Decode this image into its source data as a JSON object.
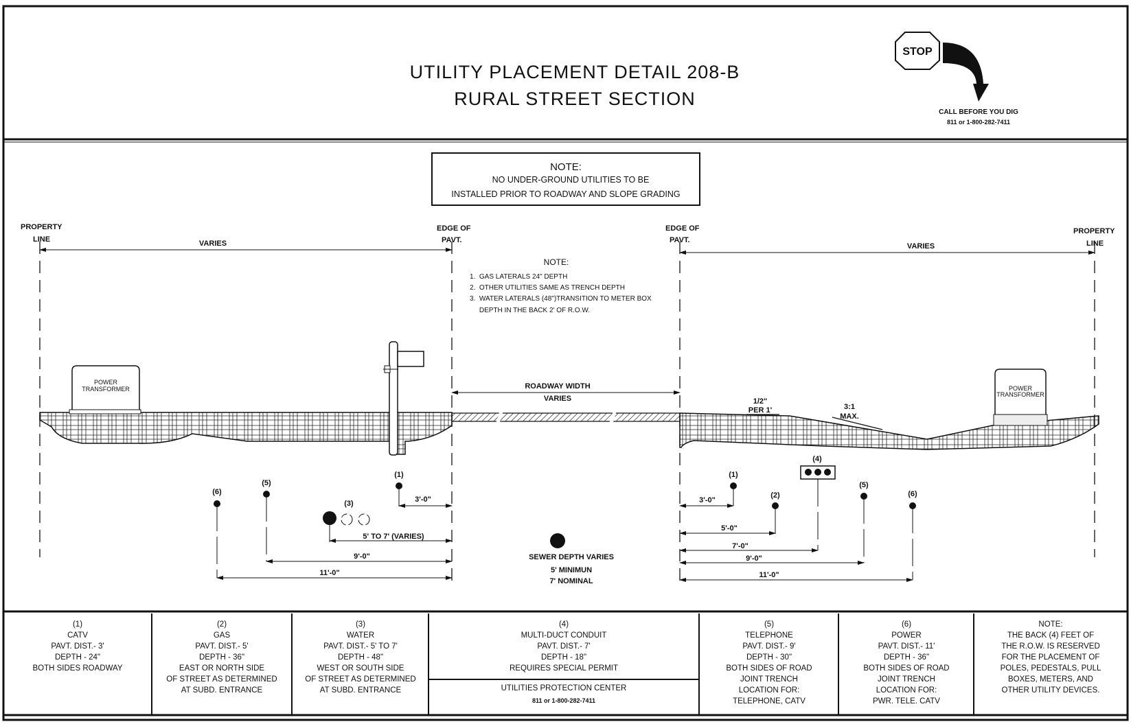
{
  "title": {
    "line1": "UTILITY PLACEMENT DETAIL 208-B",
    "line2": "RURAL STREET SECTION"
  },
  "call_before_dig": {
    "sign": "STOP",
    "text": "CALL BEFORE YOU DIG",
    "phone": "811 or 1-800-282-7411"
  },
  "top_note": {
    "heading": "NOTE:",
    "line1": "NO UNDER-GROUND UTILITIES TO BE",
    "line2": "INSTALLED PRIOR TO ROADWAY AND SLOPE GRADING"
  },
  "labels": {
    "property_line_1": "PROPERTY",
    "property_line_2": "LINE",
    "edge_pavt_1": "EDGE OF",
    "edge_pavt_2": "PAVT.",
    "varies": "VARIES",
    "roadway_width": "ROADWAY WIDTH",
    "roadway_varies": "VARIES",
    "transformer_1": "POWER",
    "transformer_2": "TRANSFORMER",
    "slope_1": "1/2\"",
    "slope_2": "PER 1'",
    "slope_3": "3:1",
    "slope_4": "MAX."
  },
  "middle_note": {
    "heading": "NOTE:",
    "items": [
      "1.  GAS LATERALS 24\" DEPTH",
      "2.  OTHER UTILITIES SAME AS TRENCH DEPTH",
      "3.  WATER LATERALS (48\")TRANSITION TO METER BOX",
      "     DEPTH IN THE BACK 2' OF R.O.W."
    ]
  },
  "utility_markers": {
    "u1": "(1)",
    "u2": "(2)",
    "u3": "(3)",
    "u4": "(4)",
    "u5": "(5)",
    "u6": "(6)"
  },
  "dimensions": {
    "left": [
      "3'-0\"",
      "5' TO 7' (VARIES)",
      "9'-0\"",
      "11'-0\""
    ],
    "right": [
      "3'-0\"",
      "5'-0\"",
      "7'-0\"",
      "9'-0\"",
      "11'-0\""
    ]
  },
  "sewer": {
    "line1": "SEWER DEPTH VARIES",
    "line2": "5' MINIMUN",
    "line3": "7' NOMINAL"
  },
  "legend": [
    {
      "lines": [
        "(1)",
        "CATV",
        "PAVT. DIST.- 3'",
        "DEPTH -  24\"",
        "BOTH SIDES ROADWAY"
      ]
    },
    {
      "lines": [
        "(2)",
        "GAS",
        "PAVT. DIST.- 5'",
        "DEPTH -  36\"",
        "EAST OR NORTH SIDE",
        "OF STREET AS DETERMINED",
        "AT SUBD. ENTRANCE"
      ]
    },
    {
      "lines": [
        "(3)",
        "WATER",
        "PAVT. DIST.-  5' TO 7'",
        "DEPTH -  48\"",
        "WEST OR SOUTH SIDE",
        "OF STREET AS DETERMINED",
        "AT SUBD. ENTRANCE"
      ]
    },
    {
      "lines": [
        "(4)",
        "MULTI-DUCT CONDUIT",
        "PAVT. DIST.-  7'",
        "DEPTH -  18\"",
        "REQUIRES SPECIAL PERMIT"
      ],
      "footer": "UTILITIES PROTECTION CENTER",
      "footer_phone": "811 or 1-800-282-7411"
    },
    {
      "lines": [
        "(5)",
        "TELEPHONE",
        "PAVT. DIST.-  9'",
        "DEPTH -  30\"",
        "BOTH SIDES OF ROAD",
        "JOINT TRENCH",
        "LOCATION FOR:",
        "TELEPHONE, CATV"
      ]
    },
    {
      "lines": [
        "(6)",
        "POWER",
        "PAVT. DIST.-  11'",
        "DEPTH -  36\"",
        "BOTH SIDES OF ROAD",
        "JOINT TRENCH",
        "LOCATION FOR:",
        "PWR. TELE. CATV"
      ]
    },
    {
      "lines": [
        "NOTE:",
        "THE BACK (4) FEET OF",
        "THE R.O.W. IS RESERVED",
        "FOR THE PLACEMENT OF",
        "POLES, PEDESTALS, PULL",
        "BOXES, METERS, AND",
        "OTHER UTILITY DEVICES."
      ]
    }
  ]
}
